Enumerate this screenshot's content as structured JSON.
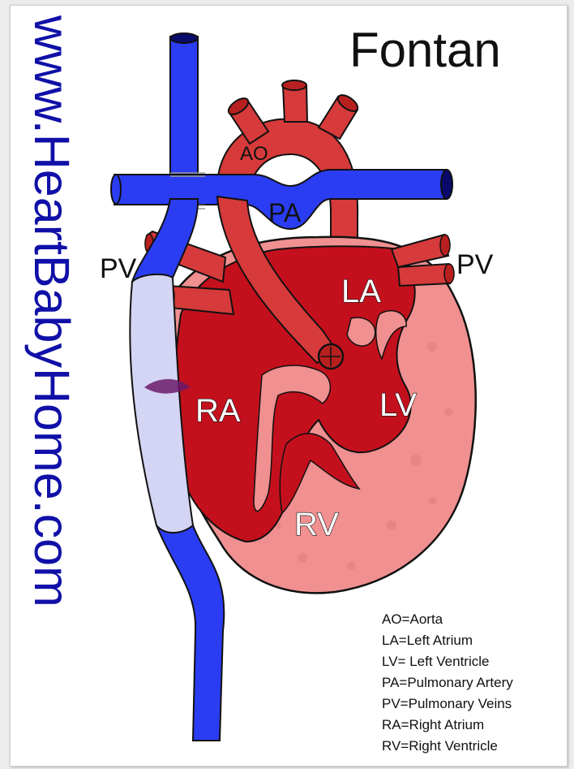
{
  "watermark": "www.HeartBabyHome.com",
  "title": "Fontan",
  "labels": {
    "ao": "AO",
    "pa": "PA",
    "pv_left": "PV",
    "pv_right": "PV",
    "la": "LA",
    "lv": "LV",
    "ra": "RA",
    "rv": "RV"
  },
  "legend": [
    "AO=Aorta",
    "LA=Left Atrium",
    "LV= Left Ventricle",
    "PA=Pulmonary Artery",
    "PV=Pulmonary Veins",
    "RA=Right Atrium",
    "RV=Right Ventricle"
  ],
  "colors": {
    "vein_blue": "#2b3df2",
    "conduit": "#d4d4f4",
    "heart_dark": "#c4101d",
    "heart_light": "#f09090",
    "artery_red": "#d63a3a",
    "watermark_blue": "#1010a8"
  }
}
